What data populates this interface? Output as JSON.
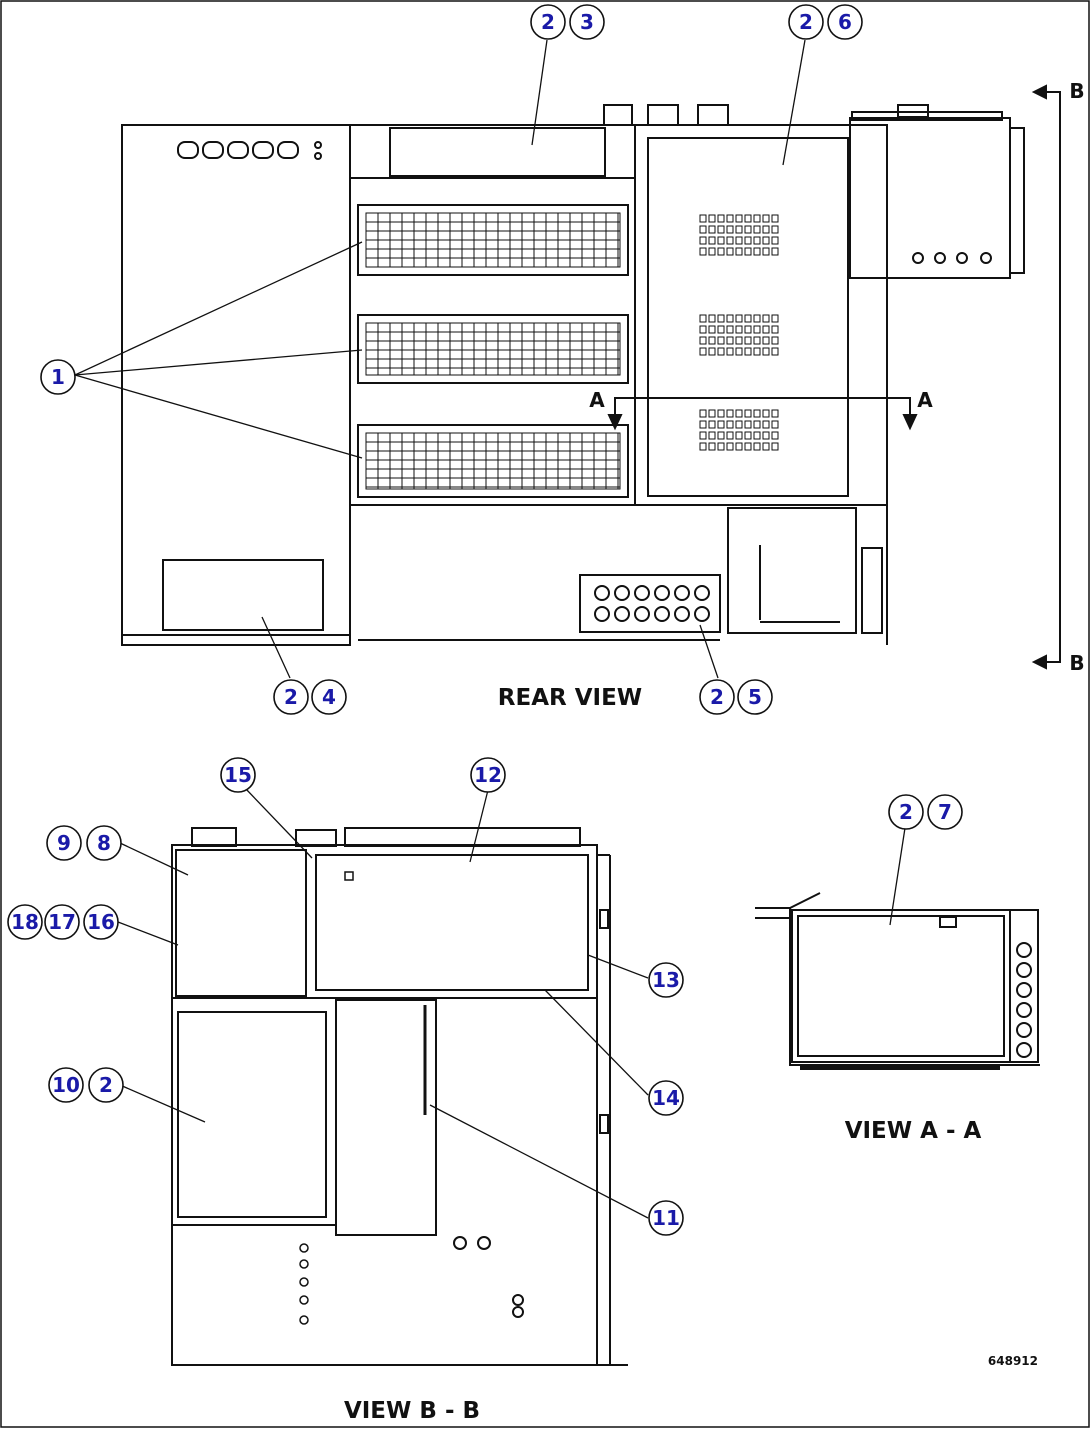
{
  "captions": {
    "rear_view": "REAR VIEW",
    "view_aa": "VIEW A - A",
    "view_bb": "VIEW B - B"
  },
  "section_marks": {
    "a_left": "A",
    "a_right": "A",
    "b_top": "B",
    "b_bottom": "B"
  },
  "figure_code": "648912",
  "callouts": [
    {
      "id": "c1",
      "text": "1"
    },
    {
      "id": "c2a",
      "text": "2"
    },
    {
      "id": "c3",
      "text": "3"
    },
    {
      "id": "c2b",
      "text": "2"
    },
    {
      "id": "c6",
      "text": "6"
    },
    {
      "id": "c2c",
      "text": "2"
    },
    {
      "id": "c4",
      "text": "4"
    },
    {
      "id": "c2d",
      "text": "2"
    },
    {
      "id": "c5",
      "text": "5"
    },
    {
      "id": "c15",
      "text": "15"
    },
    {
      "id": "c12",
      "text": "12"
    },
    {
      "id": "c9",
      "text": "9"
    },
    {
      "id": "c8",
      "text": "8"
    },
    {
      "id": "c18",
      "text": "18"
    },
    {
      "id": "c17",
      "text": "17"
    },
    {
      "id": "c16",
      "text": "16"
    },
    {
      "id": "c13",
      "text": "13"
    },
    {
      "id": "c10",
      "text": "10"
    },
    {
      "id": "c2e",
      "text": "2"
    },
    {
      "id": "c14",
      "text": "14"
    },
    {
      "id": "c11",
      "text": "11"
    },
    {
      "id": "c2f",
      "text": "2"
    },
    {
      "id": "c7",
      "text": "7"
    }
  ],
  "colors": {
    "line": "#111111",
    "callout": "#1a1aa8"
  }
}
